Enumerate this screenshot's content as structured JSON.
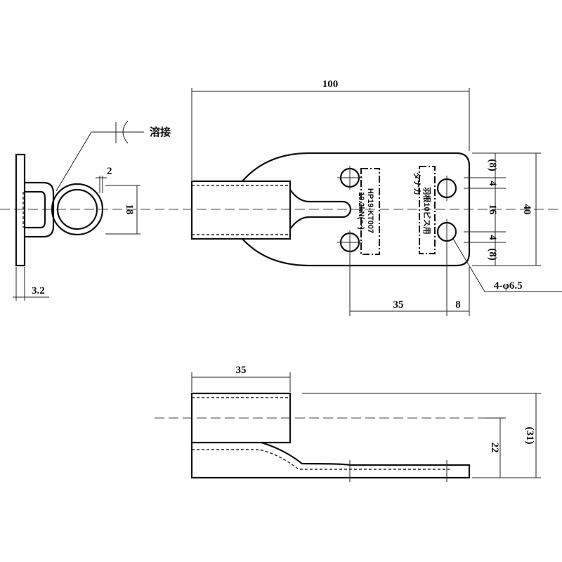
{
  "weld_label": "溶接",
  "dims": {
    "overall_length": "100",
    "tube_dia": "18",
    "wall": "2",
    "plate_thk": "3.2",
    "edge_top": "(8)",
    "pitch_top": "4",
    "pitch_mid": "16",
    "pitch_bottom": "4",
    "edge_bottom": "(8)",
    "width": "40",
    "hole_pitch": "35",
    "hole_edge": "8",
    "holes": "4-φ6.5",
    "side_tube": "35",
    "side_center": "22",
    "side_total": "(31)"
  },
  "marks": {
    "left_line1": "HP19-KT007",
    "left_line2": "10.2kN(～)",
    "right_line1": "羽根10ビス用",
    "right_line2": "タナカ"
  }
}
